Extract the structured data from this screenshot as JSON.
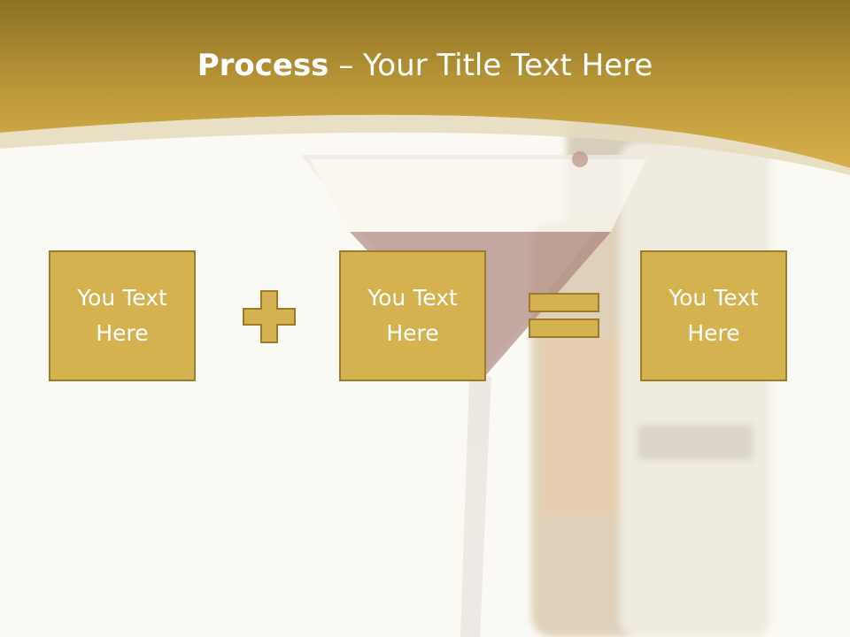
{
  "slide": {
    "title_bold": "Process",
    "title_rest": " – Your Title Text Here",
    "boxes": [
      {
        "label": "You Text Here"
      },
      {
        "label": "You Text Here"
      },
      {
        "label": "You Text Here"
      }
    ],
    "operators": [
      "plus-icon",
      "equals-icon"
    ],
    "colors": {
      "header_gold": "#c9a441",
      "box_fill": "#d3b24f",
      "box_border": "#9c7c2a",
      "background": "#fbf9f3"
    }
  }
}
